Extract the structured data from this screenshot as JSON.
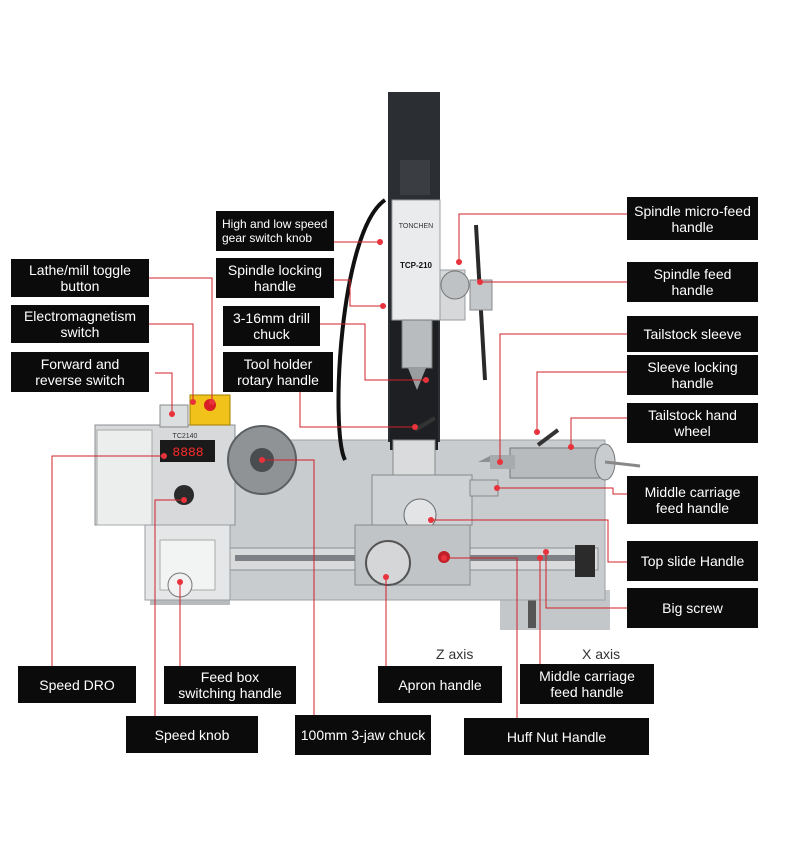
{
  "labels": {
    "lathe_mill_toggle": "Lathe/mill toggle\nbutton",
    "electromagnetism_switch": "Electromagnetism\nswitch",
    "forward_reverse": "Forward and\nreverse switch",
    "gear_switch_knob": "High and low speed\ngear switch knob",
    "spindle_locking": "Spindle locking\nhandle",
    "drill_chuck": "3-16mm drill\nchuck",
    "tool_holder": "Tool holder\nrotary handle",
    "spindle_micro_feed": "Spindle micro-feed\nhandle",
    "spindle_feed": "Spindle feed handle",
    "tailstock_sleeve": "Tailstock sleeve",
    "sleeve_locking": "Sleeve locking\nhandle",
    "tailstock_hand_wheel": "Tailstock hand\nwheel",
    "middle_carriage_right": "Middle carriage\nfeed handle",
    "top_slide": "Top slide Handle",
    "big_screw": "Big screw",
    "speed_dro": "Speed DRO",
    "feed_box": "Feed box\nswitching handle",
    "apron_handle": "Apron handle",
    "middle_carriage_bottom": "Middle carriage\nfeed handle",
    "speed_knob": "Speed knob",
    "jaw_chuck": "100mm 3-jaw chuck",
    "huff_nut": "Huff Nut Handle"
  },
  "axes": {
    "z": "Z axis",
    "x": "X axis"
  },
  "machine": {
    "brand": "TONCHEN",
    "mill_model": "TCP-210",
    "lathe_model": "TC2140",
    "dro_reading": "8888"
  },
  "colors": {
    "label_bg": "#0b0b0b",
    "leader": "#d0202a",
    "dot": "#e8323c",
    "machine_body": "#c9ccce",
    "column": "#2b2e32"
  }
}
